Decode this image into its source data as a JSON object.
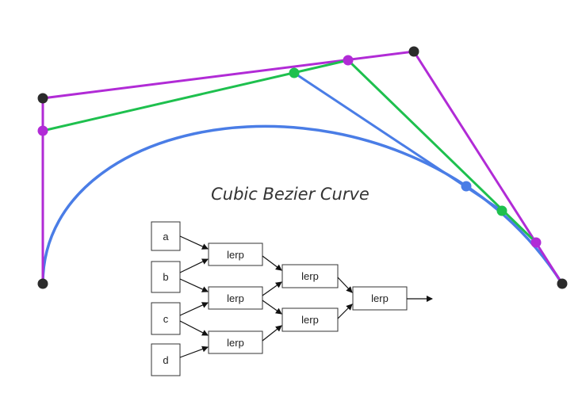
{
  "title": "Cubic Bezier Curve",
  "colors": {
    "control_polygon": "#b12bd6",
    "second_level": "#1ec04e",
    "third_level": "#4a7de6",
    "curve": "#4a7de6",
    "control_point": "#2b2b2b"
  },
  "tree": {
    "inputs": [
      "a",
      "b",
      "c",
      "d"
    ],
    "lerp_label": "lerp"
  }
}
